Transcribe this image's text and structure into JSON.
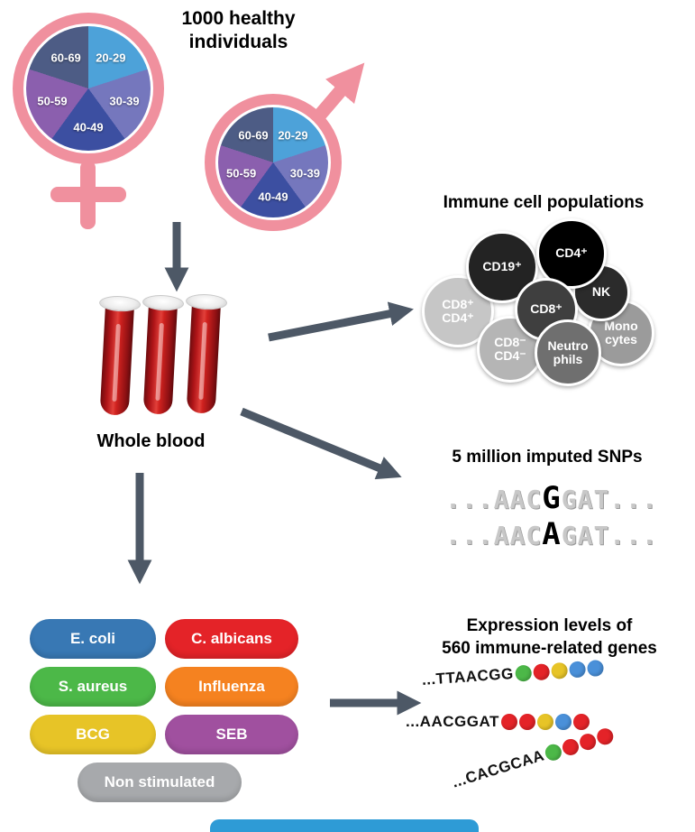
{
  "figure": {
    "title": "1000 healthy\nindividuals",
    "whole_blood_label": "Whole blood"
  },
  "age_pie": {
    "labels": [
      "20-29",
      "30-39",
      "40-49",
      "50-59",
      "60-69"
    ],
    "slice_colors": [
      "#4da2d9",
      "#7577bd",
      "#3c4fa1",
      "#8b5fae",
      "#4d5c85"
    ],
    "gender_symbol_color": "#f0909e"
  },
  "immune": {
    "heading": "Immune cell populations",
    "cells": [
      {
        "label": "CD8⁺ CD4⁺",
        "color": "#c6c6c6"
      },
      {
        "label": "CD19⁺",
        "color": "#232323"
      },
      {
        "label": "Mono cytes",
        "color": "#9b9b9b"
      },
      {
        "label": "NK",
        "color": "#2b2b2b"
      },
      {
        "label": "CD4⁺",
        "color": "#000000"
      },
      {
        "label": "CD8⁻ CD4⁻",
        "color": "#b5b5b5"
      },
      {
        "label": "CD8⁺",
        "color": "#3f3f3f"
      },
      {
        "label": "Neutro phils",
        "color": "#6f6f6f"
      }
    ]
  },
  "snps": {
    "heading": "5 million imputed SNPs",
    "sequences": [
      {
        "pre": "...AAC",
        "variant": "G",
        "post": "GAT..."
      },
      {
        "pre": "...AAC",
        "variant": "A",
        "post": "GAT..."
      }
    ]
  },
  "stimulations": [
    {
      "label": "E. coli",
      "color": "#3878b4"
    },
    {
      "label": "C. albicans",
      "color": "#e42328"
    },
    {
      "label": "S. aureus",
      "color": "#4cb848"
    },
    {
      "label": "Influenza",
      "color": "#f58220"
    },
    {
      "label": "BCG",
      "color": "#e7c427"
    },
    {
      "label": "SEB",
      "color": "#a0509f"
    },
    {
      "label": "Non stimulated",
      "color": "#a7a9ac"
    }
  ],
  "expression": {
    "heading": "Expression levels of\n560 immune-related genes",
    "reads": [
      {
        "seq": "...TTAACGG",
        "dots": [
          "#4cb848",
          "#e42328",
          "#e7c427",
          "#4a90d9",
          "#4a90d9"
        ]
      },
      {
        "seq": "...AACGGAT",
        "dots": [
          "#e42328",
          "#e42328",
          "#e7c427",
          "#4a90d9",
          "#e42328"
        ]
      },
      {
        "seq": "...CACGCAA",
        "dots": [
          "#4cb848",
          "#e42328",
          "#e42328",
          "#e42328"
        ]
      }
    ]
  },
  "colors": {
    "arrow": "#4d5866",
    "blood_red": "#c01a1c",
    "bottom_bar": "#2e9bd6"
  }
}
